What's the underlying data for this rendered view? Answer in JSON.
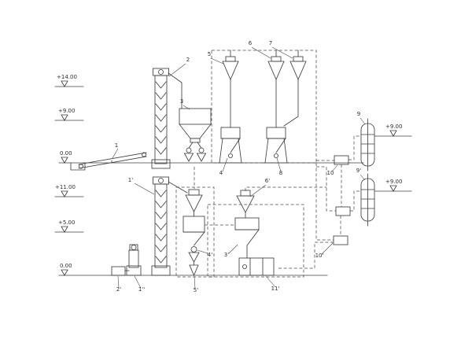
{
  "colors": {
    "line": "#3f3f3f",
    "background": "#ffffff",
    "dashed": "#4a4a4a"
  },
  "elevations": {
    "t1": "+14.00",
    "t2": "+9.00",
    "t3": "0.00",
    "b1": "+11.00",
    "b2": "+5.00",
    "b3": "0.00",
    "r1": "+9.00",
    "r2": "+9.00"
  },
  "labels": {
    "n1": "1",
    "n2": "2",
    "n3": "3",
    "n4": "4",
    "n5": "5",
    "n6": "6",
    "n7": "7",
    "n8": "8",
    "n9": "9",
    "n9p": "9'",
    "n10": "10",
    "n10p": "10'",
    "n1p": "1'",
    "n2p": "2'",
    "n3p": "3'",
    "n4p": "4'",
    "n5p": "5'",
    "n6p": "6'",
    "n11p": "11'",
    "n1pp": "1''"
  }
}
